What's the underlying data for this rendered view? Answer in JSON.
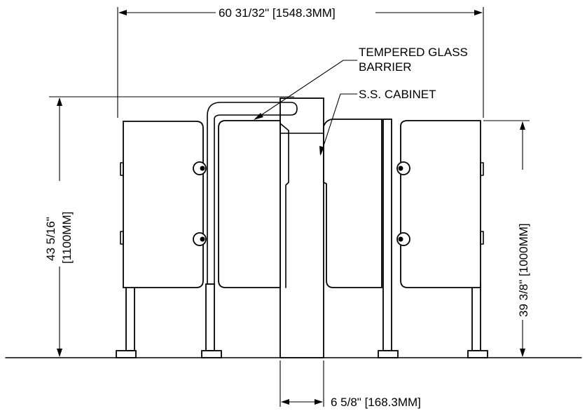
{
  "dimensions": {
    "overall_width": "60 31/32\" [1548.3MM]",
    "overall_height_imperial": "43 5/16\"",
    "overall_height_metric": "[1100MM]",
    "cabinet_height": "39 3/8\" [1000MM]",
    "post_width": "6 5/8\" [168.3MM]"
  },
  "callouts": {
    "glass_line1": "TEMPERED GLASS",
    "glass_line2": "BARRIER",
    "cabinet": "S.S. CABINET"
  },
  "colors": {
    "line": "#000000",
    "background": "#ffffff"
  }
}
